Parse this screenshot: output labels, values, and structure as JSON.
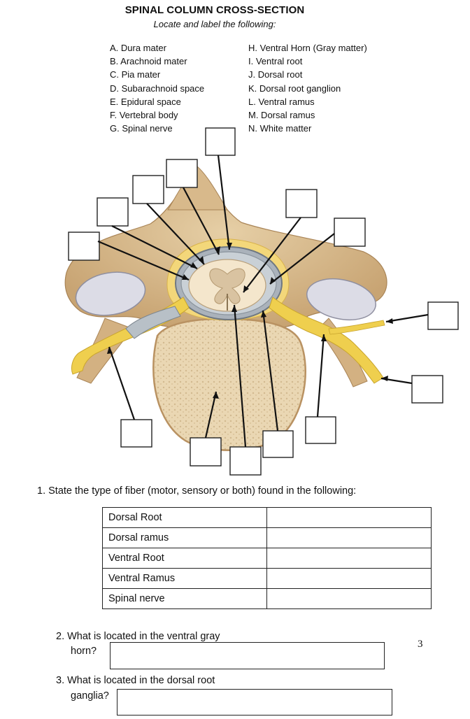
{
  "worksheet": {
    "title": "SPINAL COLUMN CROSS-SECTION",
    "subtitle": "Locate and label the following:",
    "labels_left": [
      "A. Dura mater",
      "B. Arachnoid mater",
      "C. Pia mater",
      "D. Subarachnoid space",
      "E. Epidural space",
      "F. Vertebral body",
      "G. Spinal nerve"
    ],
    "labels_right": [
      "H. Ventral Horn (Gray matter)",
      "I. Ventral root",
      "J. Dorsal root",
      "K. Dorsal root ganglion",
      "L. Ventral ramus",
      "M. Dorsal ramus",
      "N. White matter"
    ]
  },
  "question1": {
    "prompt": "1. State the type of fiber (motor, sensory or both) found in the following:",
    "rows": [
      "Dorsal Root",
      "Dorsal ramus",
      "Ventral Root",
      "Ventral Ramus",
      "Spinal nerve"
    ]
  },
  "question2": {
    "prompt_line1": "2. What is located in the ventral gray",
    "prompt_line2": "horn?"
  },
  "question3": {
    "prompt_line1": "3. What is located in the dorsal root",
    "prompt_line2": "ganglia?"
  },
  "page_number": "3",
  "colors": {
    "bone": "#d9b98c",
    "bone_dark": "#b99262",
    "fat": "#f1d16a",
    "nerve": "#efcf4e",
    "cord": "#f4e6cc",
    "meninges": "#9aa3ad",
    "disc": "#e2e2ea"
  }
}
